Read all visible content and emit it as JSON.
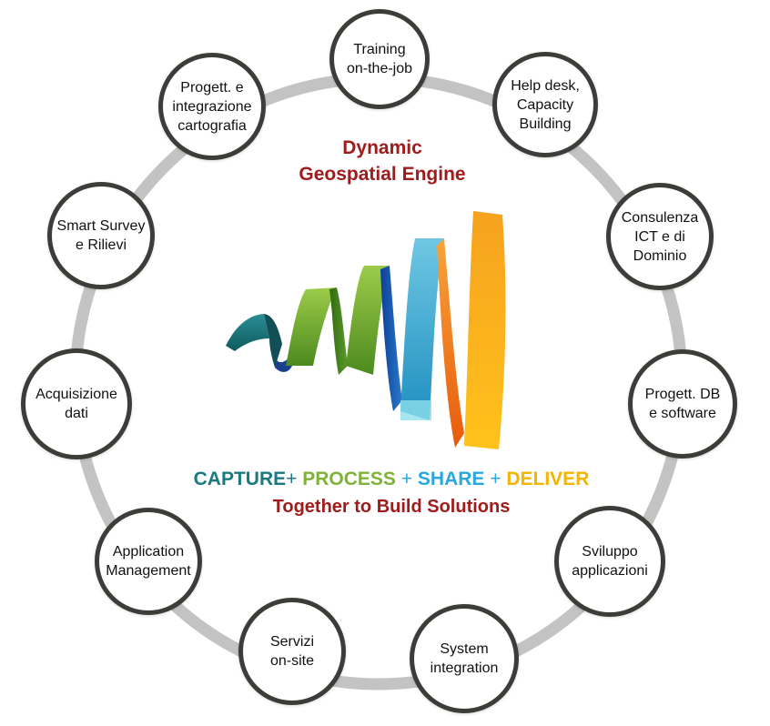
{
  "center": {
    "title_line1": "Dynamic",
    "title_line2": "Geospatial Engine",
    "tagline": {
      "capture": "CAPTURE",
      "plus1": "+ ",
      "process": "PROCESS",
      "plus2": " + ",
      "share": "SHARE",
      "plus3": " + ",
      "deliver": "DELIVER"
    },
    "subtitle": "Together to Build Solutions"
  },
  "colors": {
    "title_red": "#a01b1b",
    "capture_teal": "#1a7a80",
    "process_green": "#7fb239",
    "share_blue": "#29a8df",
    "deliver_gold": "#f5b400",
    "ring_gray": "#c3c3c3",
    "circle_border": "#3e3c38"
  },
  "nodes": [
    {
      "id": "training",
      "label": "Training\non-the-job"
    },
    {
      "id": "helpdesk",
      "label": "Help desk,\nCapacity\nBuilding"
    },
    {
      "id": "consulenza",
      "label": "Consulenza\nICT e di\nDominio"
    },
    {
      "id": "progett-db",
      "label": "Progett. DB\ne software"
    },
    {
      "id": "sviluppo",
      "label": "Sviluppo\napplicazioni"
    },
    {
      "id": "system-integration",
      "label": "System\nintegration"
    },
    {
      "id": "servizi",
      "label": "Servizi\non-site"
    },
    {
      "id": "application-management",
      "label": "Application\nManagement"
    },
    {
      "id": "acquisizione",
      "label": "Acquisizione\ndati"
    },
    {
      "id": "smart-survey",
      "label": "Smart Survey\ne Rilievi"
    },
    {
      "id": "progett-cartografia",
      "label": "Progett. e\nintegrazione\ncartografia"
    }
  ]
}
